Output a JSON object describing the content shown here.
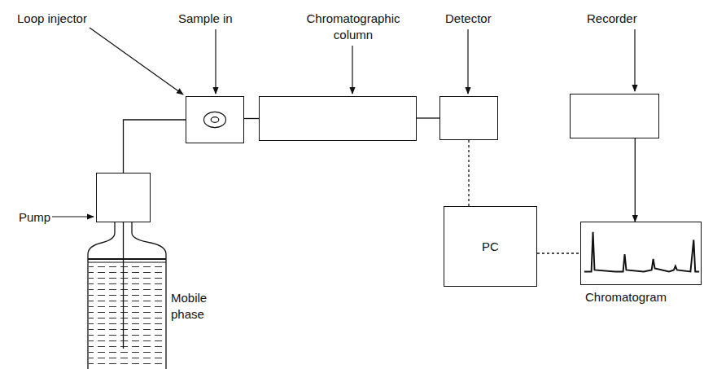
{
  "diagram": {
    "nodes": [
      {
        "text": [
          "Mobile phase"
        ]
      },
      {
        "text": [
          "Pump"
        ]
      },
      {
        "text": [
          "Loop injector",
          "Sample in"
        ]
      },
      {
        "text": [
          "Chromatographic column"
        ]
      },
      {
        "text": [
          "Detector"
        ]
      },
      {
        "text": [
          "Recorder"
        ]
      },
      {
        "text": [
          "PC"
        ]
      },
      {
        "text": [
          "Chromatogram"
        ]
      }
    ],
    "edges": [
      {
        "from": 0,
        "to": 1,
        "arrow": "none"
      },
      {
        "from": 1,
        "to": 2,
        "arrow": "none"
      },
      {
        "from": 2,
        "to": 3,
        "arrow": "none"
      },
      {
        "from": 3,
        "to": 4,
        "arrow": "none"
      },
      {
        "from": 4,
        "to": 6,
        "arrow": "none"
      },
      {
        "from": 6,
        "to": 7,
        "arrow": "none"
      },
      {
        "from": 5,
        "to": 7,
        "arrow": "to"
      }
    ]
  }
}
